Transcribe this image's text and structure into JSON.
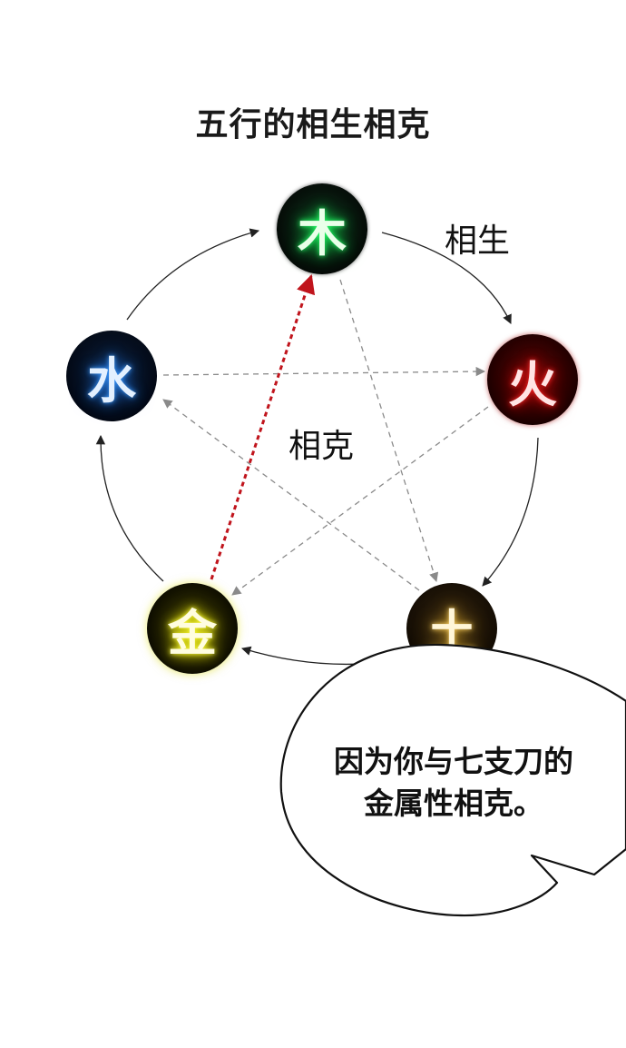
{
  "title": "五行的相生相克",
  "labels": {
    "generate": "相生",
    "overcome": "相克"
  },
  "elements": [
    {
      "id": "wood",
      "char": "木",
      "glow_color": "#27ff6a"
    },
    {
      "id": "fire",
      "char": "火",
      "glow_color": "#ff2a2a"
    },
    {
      "id": "earth",
      "char": "土",
      "glow_color": "#ffd66a"
    },
    {
      "id": "metal",
      "char": "金",
      "glow_color": "#ffff40"
    },
    {
      "id": "water",
      "char": "水",
      "glow_color": "#3f9cff"
    }
  ],
  "highlight_arrow_color": "#c0141c",
  "speech_bubble": {
    "line1": "因为你与七支刀的",
    "line2": "金属性相克。"
  }
}
